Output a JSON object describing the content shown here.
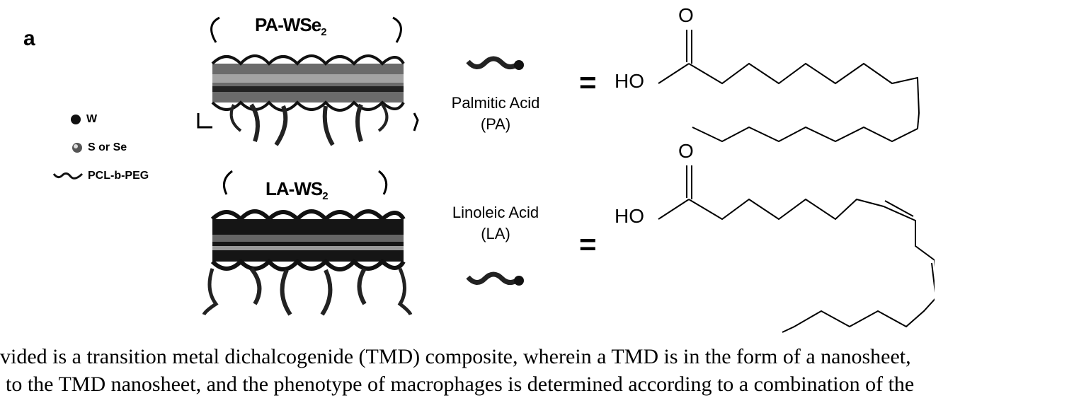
{
  "figure": {
    "panel_letter": "a",
    "legend": {
      "items": [
        {
          "label": "W",
          "icon": "black-sphere"
        },
        {
          "label": "S or Se",
          "icon": "gray-sphere"
        },
        {
          "label": "PCL-b-PEG",
          "icon": "polymer-chain"
        }
      ]
    },
    "nanosheets": [
      {
        "title": "PA-WSe",
        "subscript": "2"
      },
      {
        "title": "LA-WS",
        "subscript": "2"
      }
    ],
    "acids": [
      {
        "name": "Palmitic Acid",
        "abbr": "(PA)",
        "equals": "=",
        "ho_label": "HO",
        "o_label": "O"
      },
      {
        "name": "Linoleic Acid",
        "abbr": "(LA)",
        "equals": "=",
        "ho_label": "HO",
        "o_label": "O"
      }
    ]
  },
  "text": {
    "line1": "vided is a transition metal dichalcogenide (TMD) composite, wherein a TMD is in the form of a nanosheet,",
    "line2": "to the TMD nanosheet, and the phenotype of macrophages is determined according to a combination of the"
  }
}
